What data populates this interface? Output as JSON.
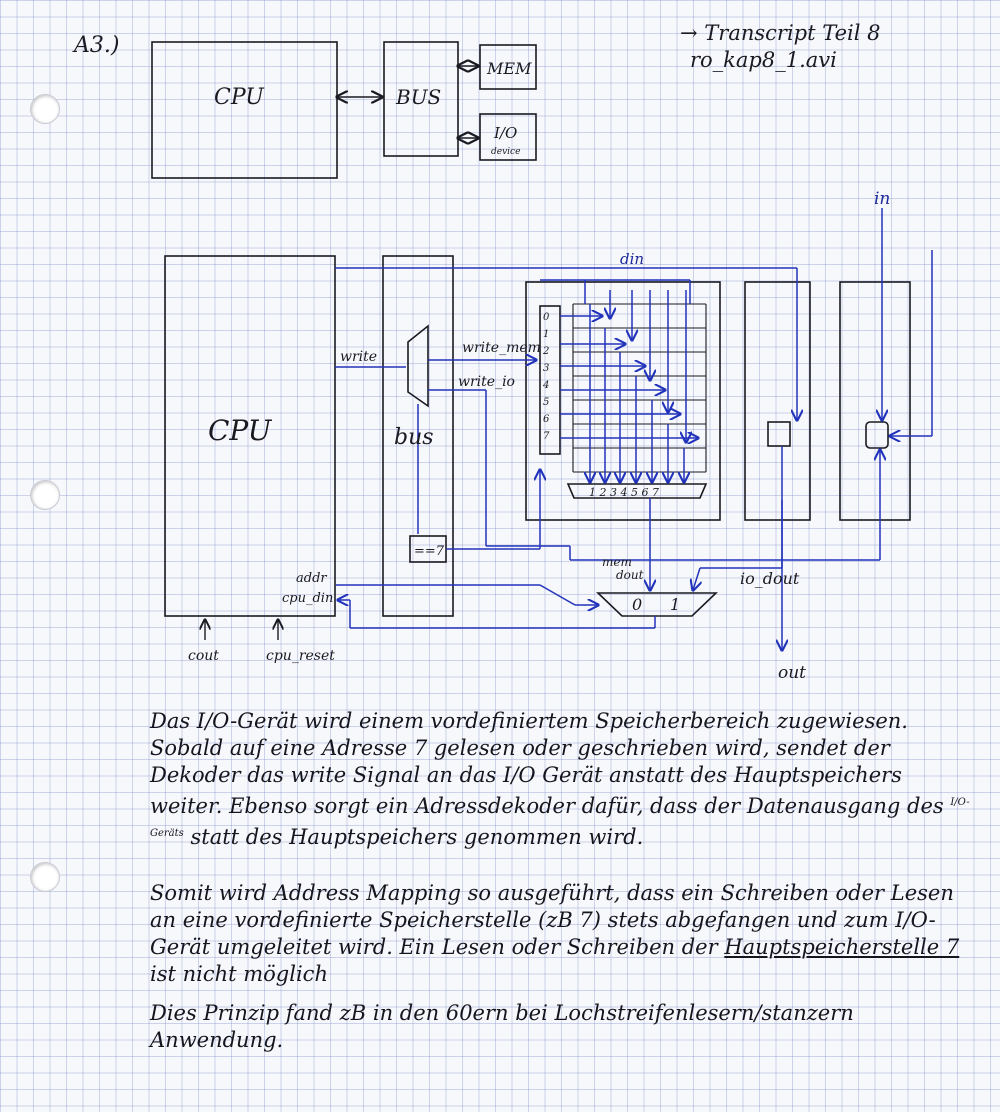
{
  "header": {
    "label": "A3.)",
    "transcript_line1": "→ Transcript Teil 8",
    "transcript_line2": "ro_kap8_1.avi"
  },
  "top_diagram": {
    "cpu": "CPU",
    "bus": "BUS",
    "mem": "MEM",
    "io_line1": "I/O",
    "io_line2": "device"
  },
  "main_diagram": {
    "cpu": "CPU",
    "bus": "bus",
    "din": "din",
    "in": "in",
    "write": "write",
    "write_mem": "write_mem",
    "write_io": "write_io",
    "cmp": "==7",
    "addr": "addr",
    "cpu_din": "cpu_din",
    "cout": "cout",
    "cpu_reset": "cpu_reset",
    "mem_dout_line1": "mem",
    "mem_dout_line2": "dout",
    "io_dout": "io_dout",
    "out": "out",
    "mux_0": "0",
    "mux_1": "1",
    "addr_rows": [
      "0",
      "1",
      "2",
      "3",
      "4",
      "5",
      "6",
      "7"
    ],
    "data_cols": "1 2 3 4 5 6 7"
  },
  "text": {
    "p1_a": "Das I/O-Gerät wird einem vordefiniertem Speicherbereich zugewiesen. Sobald auf eine Adresse 7 gelesen oder geschrieben wird, sendet der Dekoder das write Signal an das I/O Gerät anstatt des Hauptspeichers weiter. Ebenso sorgt ein Adressdekoder dafür, dass der Datenausgang des",
    "p1_b": "I/O-Geräts",
    "p1_c": "statt des Hauptspeichers genommen wird.",
    "p2_a": "Somit wird Address Mapping so ausgeführt, dass ein Schreiben oder Lesen an eine vordefinierte Speicherstelle (zB 7) stets abgefangen und zum I/O-Gerät umgeleitet wird. Ein Lesen oder Schreiben der",
    "p2_u": "Hauptspeicherstelle 7",
    "p2_c": "ist nicht möglich",
    "p3": "Dies Prinzip fand zB in den 60ern bei Lochstreifenlesern/stanzern Anwendung."
  }
}
